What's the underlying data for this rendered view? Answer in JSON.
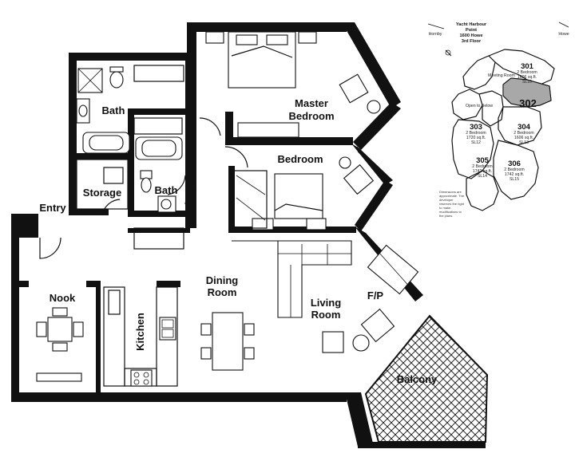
{
  "plan": {
    "rooms": {
      "master_bedroom_line1": "Master",
      "master_bedroom_line2": "Bedroom",
      "bath1": "Bath",
      "bedroom": "Bedroom",
      "storage": "Storage",
      "bath2": "Bath",
      "entry": "Entry",
      "dining_line1": "Dining",
      "dining_line2": "Room",
      "nook": "Nook",
      "kitchen": "Kitchen",
      "living_line1": "Living",
      "living_line2": "Room",
      "fireplace": "F/P",
      "balcony": "Balcony"
    }
  },
  "keyplan": {
    "title_line1": "Yacht Harbour",
    "title_line2": "Point",
    "title_line3": "1600 Howe",
    "title_line4": "3rd Floor",
    "street_left": "Hornby",
    "street_right": "Howe",
    "units": [
      {
        "number": "301",
        "line1": "2 Bedroom",
        "line2": "1606 sq.ft.",
        "line3": "SL10"
      },
      {
        "number": "302",
        "line1": "",
        "line2": "",
        "line3": ""
      },
      {
        "number": "303",
        "line1": "2 Bedroom",
        "line2": "1720 sq.ft.",
        "line3": "SL12"
      },
      {
        "number": "304",
        "line1": "2 Bedroom",
        "line2": "1606 sq.ft.",
        "line3": "SL13"
      },
      {
        "number": "305",
        "line1": "2 Bedroom",
        "line2": "1742 sq.ft.",
        "line3": "SL14"
      },
      {
        "number": "306",
        "line1": "2 Bedroom",
        "line2": "1742 sq.ft.",
        "line3": "SL15"
      }
    ],
    "amenity_meeting": "Meeting Room",
    "amenity_garden": "Open to Below",
    "note": "Dimensions are approximate. The developer reserves the right to make modifications to the plans."
  },
  "colors": {
    "wall": "#111111",
    "highlight_unit": "#a8a8a8"
  }
}
